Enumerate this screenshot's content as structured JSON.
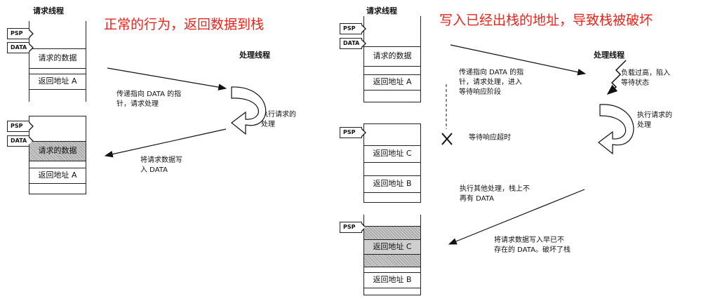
{
  "left": {
    "heading": "请求线程",
    "red_title": "正常的行为，返回数据到栈",
    "psp": "PSP",
    "data": "DATA",
    "top_stack": {
      "request_data": "请求的数据",
      "return_addr": "返回地址 A"
    },
    "bottom_stack": {
      "request_data": "请求的数据",
      "return_addr": "返回地址 A"
    },
    "handler_heading": "处理线程",
    "note_pass": "传递指向 DATA 的指\n针，请求处理",
    "note_exec": "执行请求的\n处理",
    "note_write": "将请求数据写\n入 DATA"
  },
  "right": {
    "heading": "请求线程",
    "red_title": "写入已经出栈的地址，导致栈被破坏",
    "psp": "PSP",
    "data": "DATA",
    "stack1": {
      "request_data": "请求的数据",
      "return_addr": "返回地址 A"
    },
    "stack2": {
      "addr_c": "返回地址 C",
      "addr_b": "返回地址 B"
    },
    "stack3": {
      "addr_c": "返回地址 C",
      "addr_b": "返回地址 B"
    },
    "handler_heading": "处理线程",
    "note_pass": "传递指向 DATA 的指\n针，请求处理，进入\n等待响应阶段",
    "note_load": "负载过高，陷入\n等待状态",
    "note_exec": "执行请求的\n处理",
    "note_timeout": "等待响应超时",
    "note_other": "执行其他处理，栈上不\n再有 DATA",
    "note_write": "将请求数据写入早已不\n存在的 DATA。破坏了栈"
  }
}
